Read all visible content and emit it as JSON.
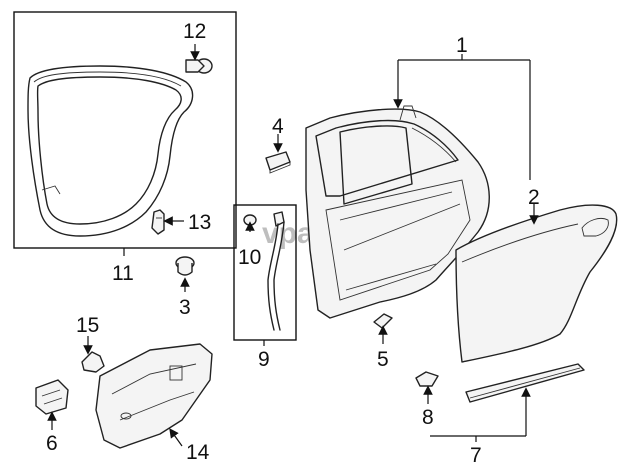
{
  "watermark": "vparts",
  "callouts": [
    {
      "id": "1",
      "label": "1"
    },
    {
      "id": "2",
      "label": "2"
    },
    {
      "id": "3",
      "label": "3"
    },
    {
      "id": "4",
      "label": "4"
    },
    {
      "id": "5",
      "label": "5"
    },
    {
      "id": "6",
      "label": "6"
    },
    {
      "id": "7",
      "label": "7"
    },
    {
      "id": "8",
      "label": "8"
    },
    {
      "id": "9",
      "label": "9"
    },
    {
      "id": "10",
      "label": "10"
    },
    {
      "id": "11",
      "label": "11"
    },
    {
      "id": "12",
      "label": "12"
    },
    {
      "id": "13",
      "label": "13"
    },
    {
      "id": "14",
      "label": "14"
    },
    {
      "id": "15",
      "label": "15"
    }
  ]
}
